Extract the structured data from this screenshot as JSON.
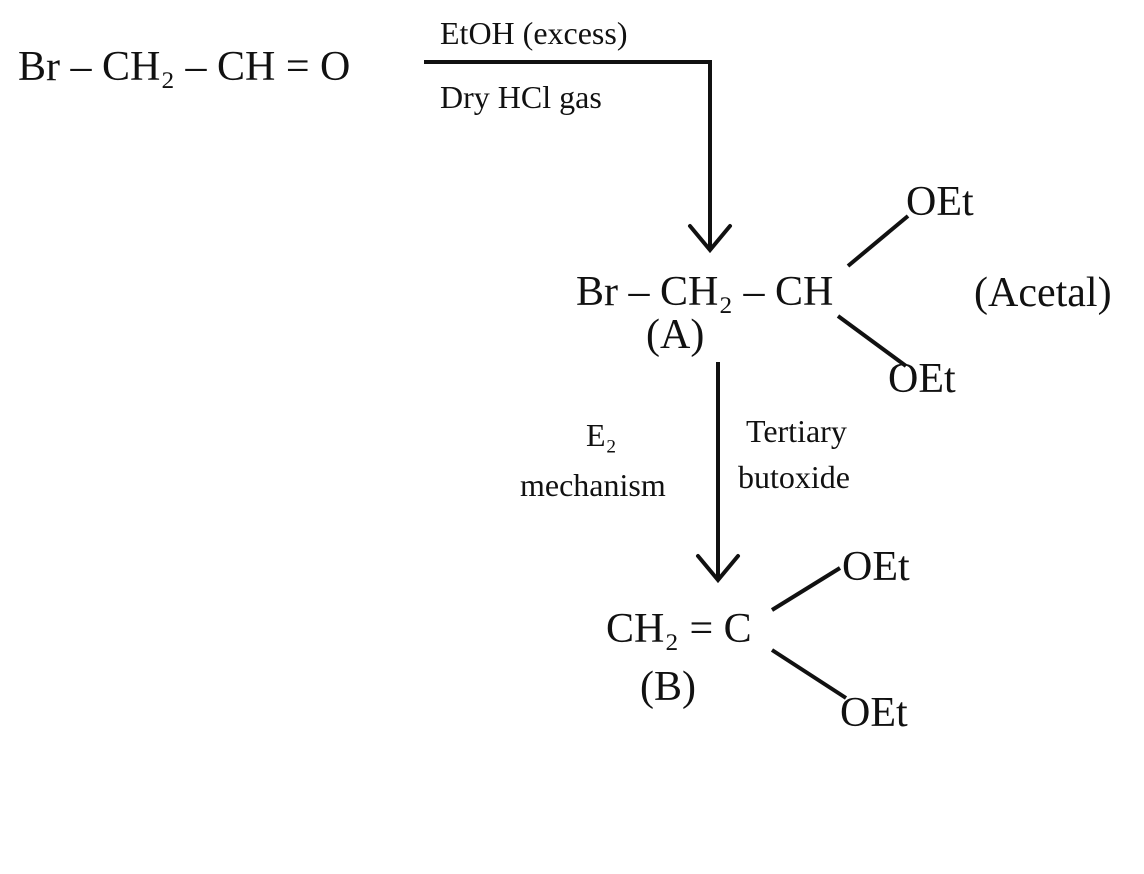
{
  "start": {
    "formula": "Br – CH₂ – CH = O"
  },
  "step1": {
    "reagent_top": "EtOH (excess)",
    "reagent_bottom": "Dry HCl gas"
  },
  "compound_a": {
    "formula": "Br – CH₂ – CH",
    "label": "(A)",
    "oet_upper": "OEt",
    "oet_lower": "OEt",
    "note": "(Acetal)"
  },
  "step2": {
    "left_line1": "E₂",
    "left_line2": "mechanism",
    "right_line1": "Tertiary",
    "right_line2": "butoxide"
  },
  "compound_b": {
    "formula": "CH₂ = C",
    "label": "(B)",
    "oet_upper": "OEt",
    "oet_lower": "OEt"
  }
}
